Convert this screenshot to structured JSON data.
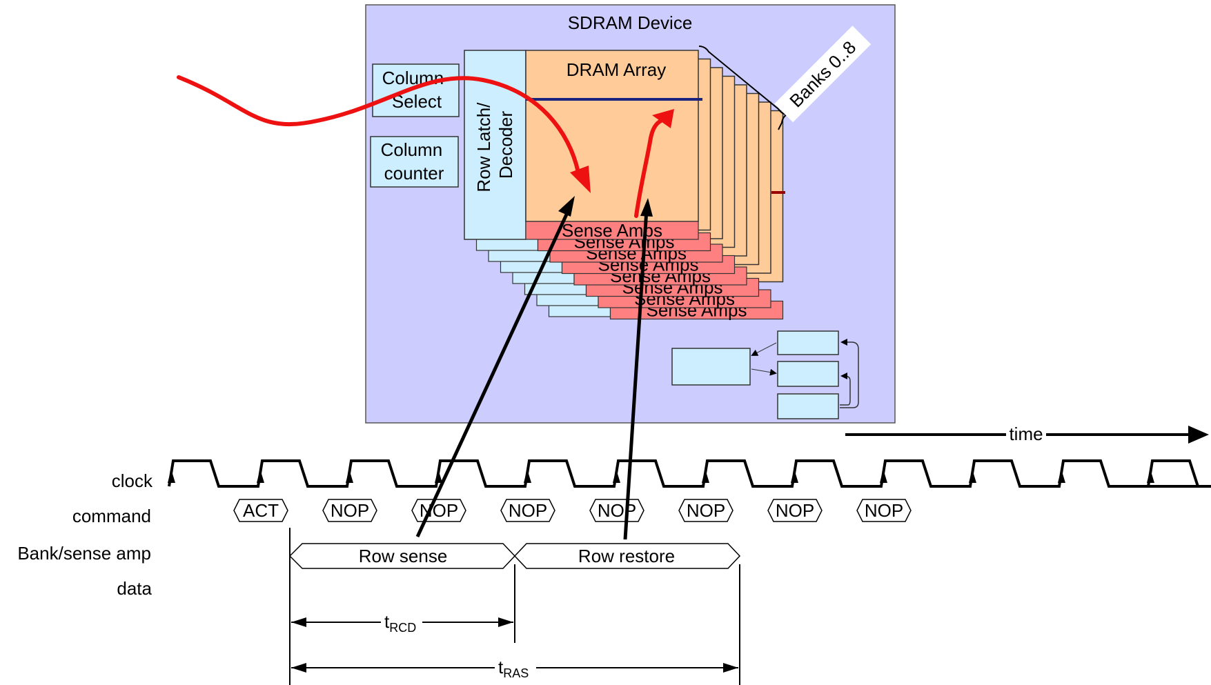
{
  "device": {
    "title": "SDRAM Device",
    "column_select": [
      "Column",
      "Select"
    ],
    "column_counter": [
      "Column",
      "counter"
    ],
    "row_decoder": [
      "Row Latch/",
      "Decoder"
    ],
    "dram_array": "DRAM Array",
    "banks_label": "Banks 0..8",
    "sense_amps": "Sense Amps",
    "sense_amp_count": 8,
    "bank_count": 8
  },
  "timing": {
    "time_label": "time",
    "signals": {
      "clock": "clock",
      "command": "command",
      "bank": "Bank/sense amp",
      "data": "data"
    },
    "clock_cycles": 12,
    "commands": [
      "ACT",
      "NOP",
      "NOP",
      "NOP",
      "NOP",
      "NOP",
      "NOP",
      "NOP"
    ],
    "phases": [
      "Row sense",
      "Row restore"
    ],
    "trcd": {
      "main": "t",
      "sub": "RCD"
    },
    "tras": {
      "main": "t",
      "sub": "RAS"
    }
  },
  "colors": {
    "device_bg": "#ccccff",
    "light_blue": "#cceeff",
    "array": "#ffcc99",
    "sense_amp": "#ff8080",
    "red_arrow": "#ee1111",
    "row_line": "#1a237e"
  }
}
